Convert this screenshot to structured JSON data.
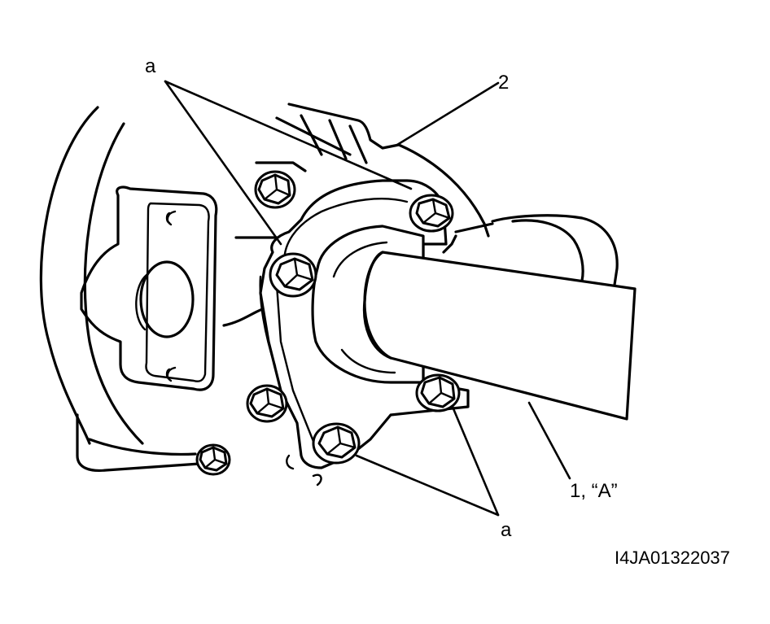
{
  "labels": {
    "a_top": "a",
    "part_2": "2",
    "part_1": "1, “A”",
    "a_bottom": "a",
    "figure_code": "I4JA01322037"
  }
}
